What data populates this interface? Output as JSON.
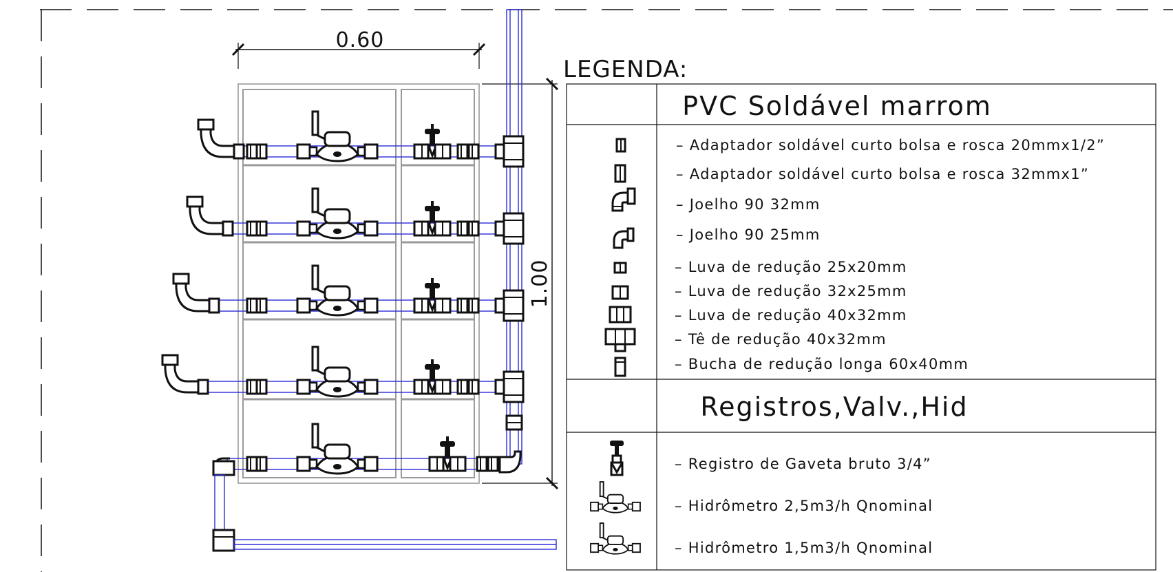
{
  "dimensions": {
    "width_label": "0.60",
    "height_label": "1.00"
  },
  "legend": {
    "title": "LEGENDA:",
    "section_pvc": "PVC  Soldável  marrom",
    "section_registros": "Registros,Valv.,Hid",
    "pvc_items": [
      {
        "label": "– Adaptador soldável curto bolsa e rosca 20mmx1/2”",
        "icon": "adapter-small-icon"
      },
      {
        "label": "– Adaptador soldável curto bolsa e rosca 32mmx1”",
        "icon": "adapter-large-icon"
      },
      {
        "label": "– Joelho 90 32mm",
        "icon": "elbow-32-icon"
      },
      {
        "label": "– Joelho 90 25mm",
        "icon": "elbow-25-icon"
      },
      {
        "label": "– Luva de redução 25x20mm",
        "icon": "reducer-sleeve-small-icon"
      },
      {
        "label": "– Luva de redução 32x25mm",
        "icon": "reducer-sleeve-medium-icon"
      },
      {
        "label": "– Luva de redução 40x32mm",
        "icon": "reducer-sleeve-large-icon"
      },
      {
        "label": "– Tê de redução 40x32mm",
        "icon": "reducer-tee-icon"
      },
      {
        "label": "– Bucha de redução longa 60x40mm",
        "icon": "reducer-bushing-icon"
      }
    ],
    "registro_items": [
      {
        "label": "– Registro de Gaveta bruto 3/4”",
        "icon": "gate-valve-icon"
      },
      {
        "label": "– Hidrômetro 2,5m3/h Qnominal",
        "icon": "water-meter-icon"
      },
      {
        "label": "– Hidrômetro 1,5m3/h Qnominal",
        "icon": "water-meter-icon"
      }
    ]
  },
  "colors": {
    "pipe": "#2b2bd8",
    "line": "#111111",
    "frame": "#9a9a9a"
  }
}
